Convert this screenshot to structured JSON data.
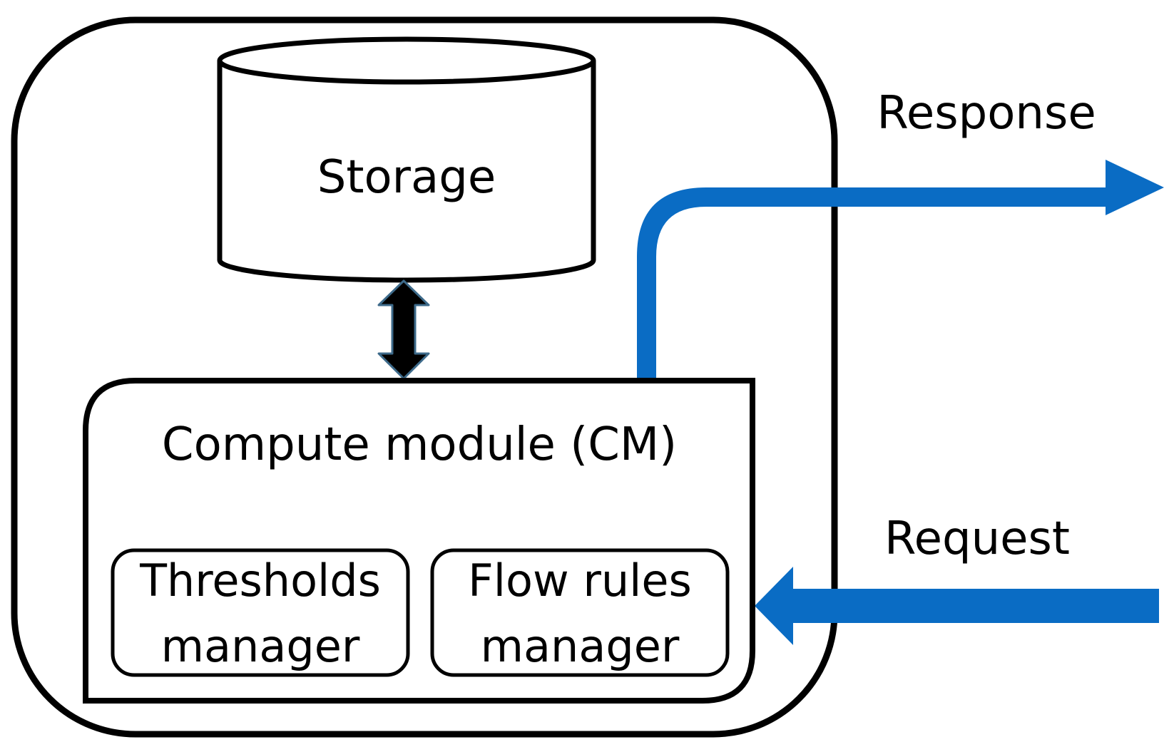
{
  "storage": {
    "label": "Storage"
  },
  "compute_module": {
    "title": "Compute module (CM)",
    "thresholds_manager": {
      "line1": "Thresholds",
      "line2": "manager"
    },
    "flow_rules_manager": {
      "line1": "Flow rules",
      "line2": "manager"
    }
  },
  "arrows": {
    "response_label": "Response",
    "request_label": "Request"
  },
  "colors": {
    "flow_arrow": "#0a6cc4",
    "outline": "#000000",
    "background": "#ffffff"
  }
}
